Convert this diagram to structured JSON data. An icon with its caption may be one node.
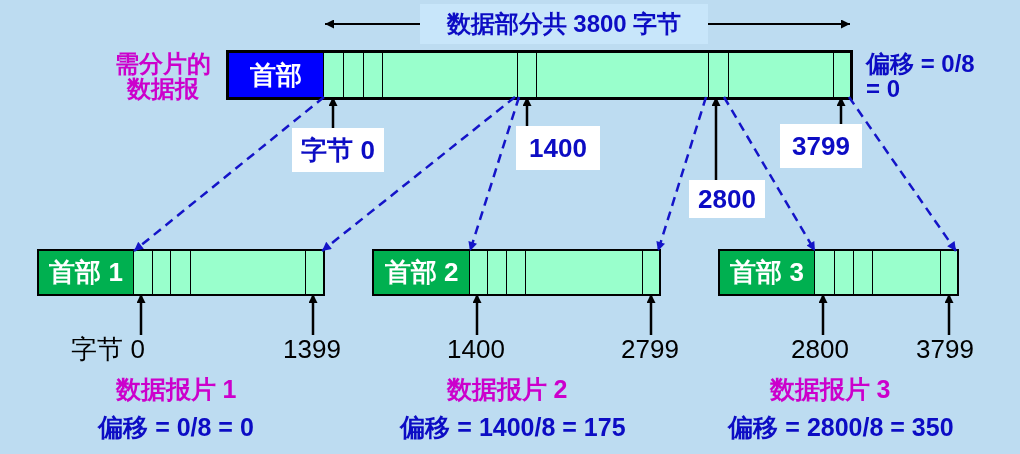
{
  "diagram": {
    "nodes": [
      {
        "text": [],
        "shape": "bar",
        "beside": [
          "需分片的数据报",
          "偏移 = 0/8 = 0"
        ]
      },
      {
        "text": [
          "首部"
        ],
        "in": 0
      },
      {
        "text": [],
        "shape": "bar",
        "in": 0
      },
      {
        "text": [
          "字节 0"
        ]
      },
      {
        "text": [
          "1400"
        ]
      },
      {
        "text": [
          "2800"
        ]
      },
      {
        "text": [
          "3799"
        ]
      },
      {
        "text": [],
        "shape": "bar",
        "beside": [
          "数据报片 1",
          "偏移 = 0/8 = 0"
        ]
      },
      {
        "text": [
          "首部 1"
        ],
        "in": 7
      },
      {
        "text": [],
        "shape": "bar",
        "in": 7
      },
      {
        "text": [
          "字节 0"
        ]
      },
      {
        "text": [
          "1399"
        ]
      },
      {
        "text": [],
        "shape": "bar",
        "beside": [
          "数据报片 2",
          "偏移 = 1400/8 = 175"
        ]
      },
      {
        "text": [
          "首部 2"
        ],
        "in": 12
      },
      {
        "text": [],
        "shape": "bar",
        "in": 12
      },
      {
        "text": [
          "1400"
        ]
      },
      {
        "text": [
          "2799"
        ]
      },
      {
        "text": [],
        "shape": "bar",
        "beside": [
          "数据报片 3",
          "偏移 = 2800/8 = 350"
        ]
      },
      {
        "text": [
          "首部 3"
        ],
        "in": 17
      },
      {
        "text": [],
        "shape": "bar",
        "in": 17
      },
      {
        "text": [
          "2800"
        ]
      },
      {
        "text": [
          "3799"
        ]
      }
    ],
    "edges": [
      {
        "from": 3,
        "to": 2,
        "arrow": "to"
      },
      {
        "from": 4,
        "to": 2,
        "arrow": "to"
      },
      {
        "from": 5,
        "to": 2,
        "arrow": "to"
      },
      {
        "from": 6,
        "to": 2,
        "arrow": "to"
      },
      {
        "from": 2,
        "to": 9,
        "arrow": "to",
        "style": "dashed",
        "color": "#1414c8"
      },
      {
        "from": 2,
        "to": 9,
        "arrow": "to",
        "style": "dashed",
        "color": "#1414c8"
      },
      {
        "from": 2,
        "to": 14,
        "arrow": "to",
        "style": "dashed",
        "color": "#1414c8"
      },
      {
        "from": 2,
        "to": 14,
        "arrow": "to",
        "style": "dashed",
        "color": "#1414c8"
      },
      {
        "from": 2,
        "to": 19,
        "arrow": "to",
        "style": "dashed",
        "color": "#1414c8"
      },
      {
        "from": 2,
        "to": 19,
        "arrow": "to",
        "style": "dashed",
        "color": "#1414c8"
      },
      {
        "from": 10,
        "to": 9,
        "arrow": "to"
      },
      {
        "from": 11,
        "to": 9,
        "arrow": "to"
      },
      {
        "from": 15,
        "to": 14,
        "arrow": "to"
      },
      {
        "from": 16,
        "to": 14,
        "arrow": "to"
      },
      {
        "from": 20,
        "to": 19,
        "arrow": "to"
      },
      {
        "from": 21,
        "to": 19,
        "arrow": "to"
      }
    ],
    "labels": [
      "数据部分共 3800 字节"
    ]
  }
}
